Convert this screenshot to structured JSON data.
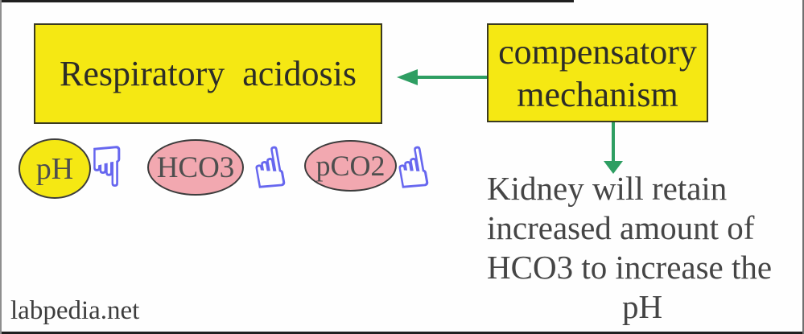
{
  "colors": {
    "box_fill_yellow": "#F5E813",
    "ellipse_fill_pink": "#F2A8B0",
    "arrow_green": "#2E9E62",
    "hand_blue": "#6767EF",
    "box_border": "#3A3A20",
    "text_dark": "#2D2D28",
    "text_gray": "#4E4E4E"
  },
  "boxes": {
    "respiratory": {
      "label": "Respiratory  acidosis"
    },
    "compensatory": {
      "line1": "compensatory",
      "line2": "mechanism"
    }
  },
  "indicators": [
    {
      "label": "pH",
      "direction": "down"
    },
    {
      "label": "HCO3",
      "direction": "up"
    },
    {
      "label": "pCO2",
      "direction": "up"
    }
  ],
  "icons": {
    "hand_down": "☟",
    "hand_up": "☝"
  },
  "note": {
    "lines": [
      "Kidney will retain",
      "increased amount of",
      "HCO3 to increase the",
      "pH"
    ]
  },
  "watermark": "labpedia.net"
}
